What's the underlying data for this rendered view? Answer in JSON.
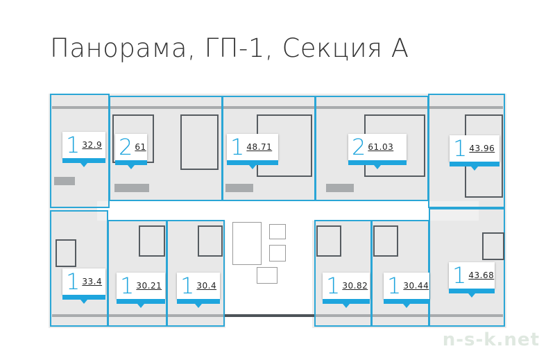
{
  "title": "Панорама, ГП-1, Секция А",
  "units": [
    {
      "rooms": "1",
      "area": "32.9"
    },
    {
      "rooms": "2",
      "area": "61"
    },
    {
      "rooms": "1",
      "area": "48.71"
    },
    {
      "rooms": "2",
      "area": "61.03"
    },
    {
      "rooms": "1",
      "area": "43.96"
    },
    {
      "rooms": "1",
      "area": "33.4"
    },
    {
      "rooms": "1",
      "area": "30.21"
    },
    {
      "rooms": "1",
      "area": "30.4"
    },
    {
      "rooms": "1",
      "area": "30.82"
    },
    {
      "rooms": "1",
      "area": "30.44"
    },
    {
      "rooms": "1",
      "area": "43.68"
    }
  ],
  "watermark": "n-s-k.net",
  "colors": {
    "accent": "#1ea5dd",
    "wall": "#4d5358",
    "floor": "#e4e4e4"
  }
}
